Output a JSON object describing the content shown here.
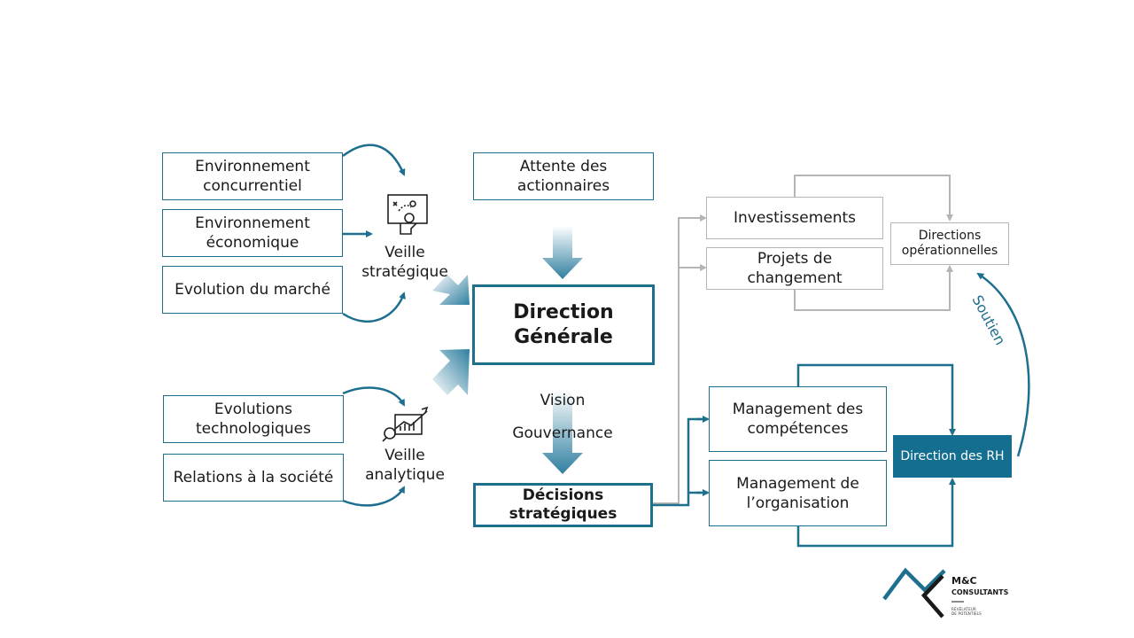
{
  "boxes": {
    "env_conc": "Environnement\nconcurrentiel",
    "env_eco": "Environnement\néconomique",
    "evo_marche": "Evolution du marché",
    "evo_tech": "Evolutions\ntechnologiques",
    "rel_societe": "Relations à la société",
    "attente": "Attente des\nactionnaires",
    "direction_generale": "Direction\nGénérale",
    "decisions": "Décisions\nstratégiques",
    "investissements": "Investissements",
    "projets": "Projets de\nchangement",
    "directions_op": "Directions\nopérationnelles",
    "mgmt_competences": "Management des\ncompétences",
    "mgmt_organisation": "Management de\nl’organisation",
    "direction_rh": "Direction des RH"
  },
  "labels": {
    "veille_strategique": "Veille\nstratégique",
    "veille_analytique": "Veille\nanalytique",
    "vision": "Vision",
    "gouvernance": "Gouvernance",
    "soutien": "Soutien"
  },
  "logo": {
    "name_line1": "M&C",
    "name_line2": "CONSULTANTS",
    "tagline": "RÉVÉLATEUR\nDE POTENTIELS"
  },
  "icons": {
    "strategy": "strategy-board-icon",
    "analytics": "analytics-chart-icon"
  },
  "colors": {
    "primary": "#1e6f8e",
    "filled": "#136e8f",
    "grey": "#b5b5b5"
  }
}
